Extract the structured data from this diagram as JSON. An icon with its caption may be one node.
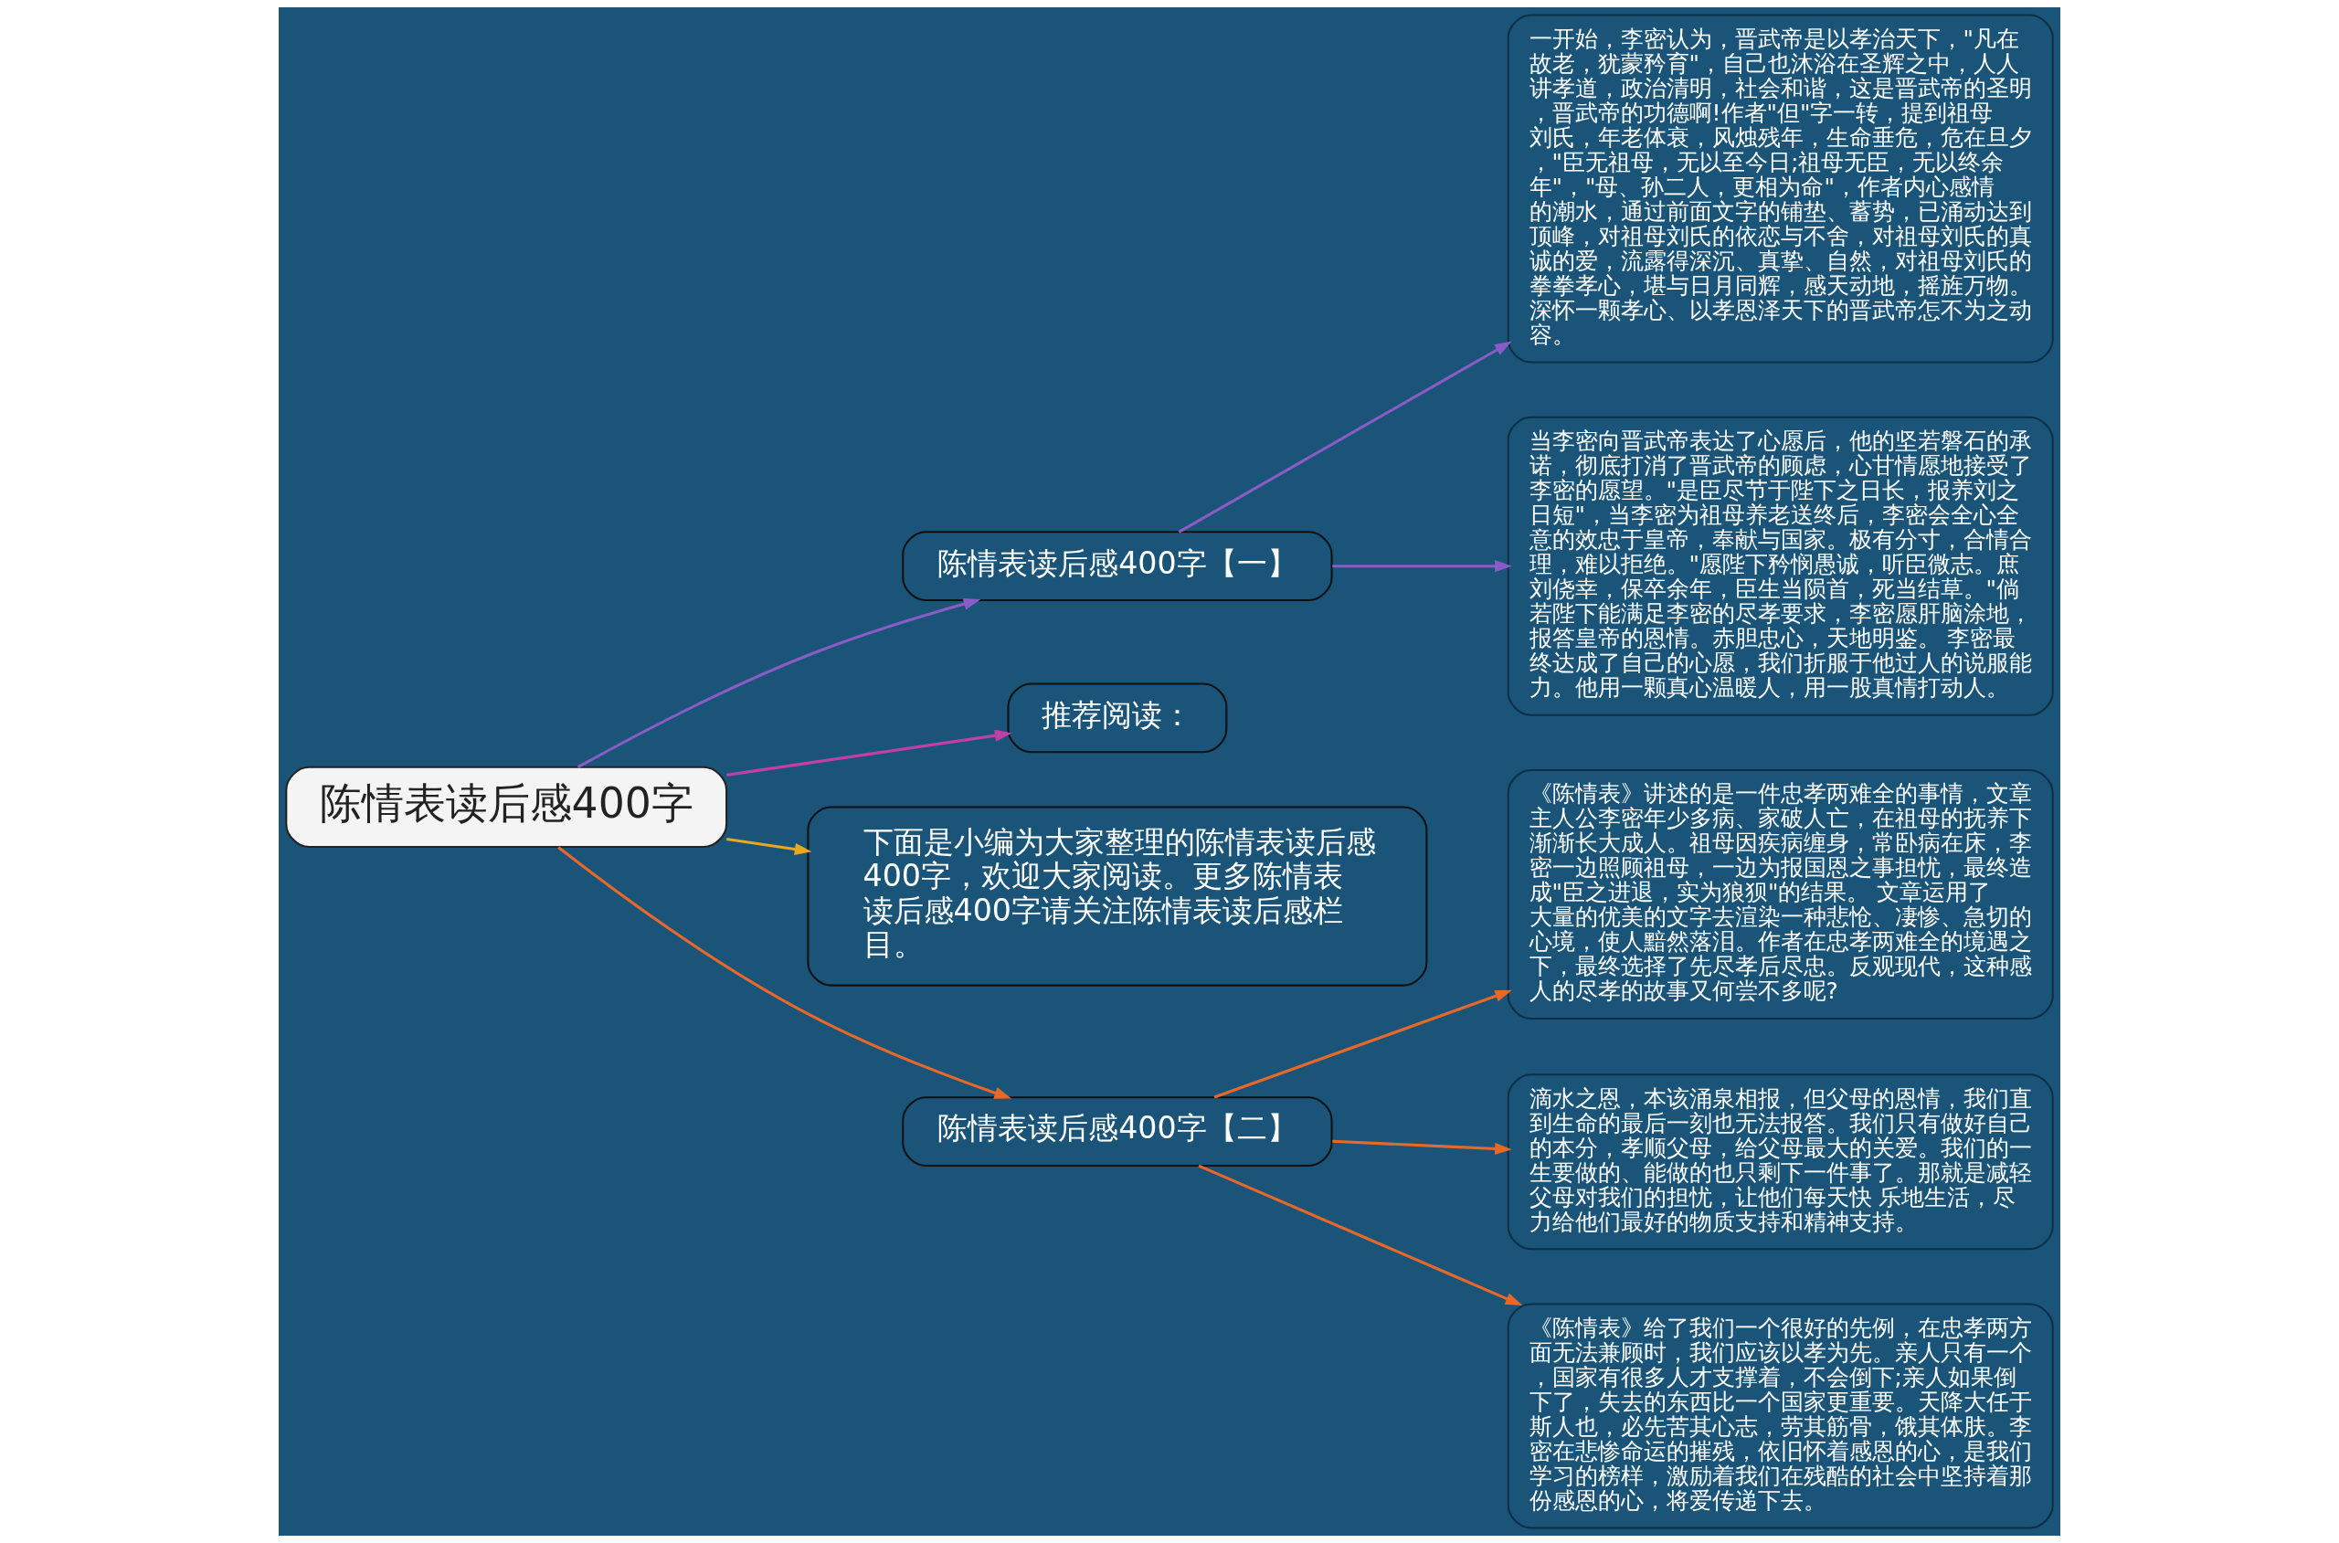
{
  "diagram": {
    "nodes": [
      {
        "text": [
          "陈情表读后感400字"
        ]
      },
      {
        "text": [
          "陈情表读后感400字【一】"
        ]
      },
      {
        "text": [
          "一开始，李密认为，晋武帝是以孝治天下，\"凡在故老，犹蒙矜育\"，自己也沐浴在圣辉之中，人人讲孝道，政治清明，社会和谐，这是晋武帝的圣明，晋武帝的功德啊!作者\"但\"字一转，提到祖母刘氏，年老体衰，风烛残年，生命垂危，危在旦夕，\"臣无祖母，无以至今日;祖母无臣，无以终余年\"，\"母、孙二人，更相为命\"，作者内心感情的潮水，通过前面文字的铺垫、蓄势，已涌动达到顶峰，对祖母刘氏的依恋与不舍，对祖母刘氏的真诚的爱，流露得深沉、真挚、自然，对祖母刘氏的拳拳孝心，堪与日月同辉，感天动地，摇旌万物。深怀一颗孝心、以孝恩泽天下的晋武帝怎不为之动容。"
        ]
      },
      {
        "text": [
          "当李密向晋武帝表达了心愿后，他的坚若磐石的承诺，彻底打消了晋武帝的顾虑，心甘情愿地接受了李密的愿望。\"是臣尽节于陛下之日长，报养刘之日短\"，当李密为祖母养老送终后，李密会全心全意的效忠于皇帝，奉献与国家。极有分寸，合情合理，难以拒绝。\"愿陛下矜悯愚诚，听臣微志。庶刘侥幸，保卒余年，臣生当陨首，死当结草。\"倘若陛下能满足李密的尽孝要求，李密愿肝脑涂地，报答皇帝的恩情。赤胆忠心，天地明鉴。 李密最终达成了自己的心愿，我们折服于他过人的说服能力。他用一颗真心温暖人，用一股真情打动人。"
        ]
      },
      {
        "text": [
          "推荐阅读："
        ]
      },
      {
        "text": [
          "下面是小编为大家整理的陈情表读后感400字，欢迎大家阅读。更多陈情表读后感400字请关注陈情表读后感栏目。"
        ]
      },
      {
        "text": [
          "陈情表读后感400字【二】"
        ]
      },
      {
        "text": [
          "《陈情表》讲述的是一件忠孝两难全的事情，文章主人公李密年少多病、家破人亡，在祖母的抚养下渐渐长大成人。祖母因疾病缠身，常卧病在床，李密一边照顾祖母，一边为报国恩之事担忧，最终造成\"臣之进退，实为狼狈\"的结果。 文章运用了大量的优美的文字去渲染一种悲怆、凄惨、急切的心境，使人黯然落泪。作者在忠孝两难全的境遇之下，最终选择了先尽孝后尽忠。反观现代，这种感人的尽孝的故事又何尝不多呢?"
        ]
      },
      {
        "text": [
          "滴水之恩，本该涌泉相报，但父母的恩情，我们直到生命的最后一刻也无法报答。我们只有做好自己的本分，孝顺父母，给父母最大的关爱。我们的一生要做的、能做的也只剩下一件事了。那就是减轻父母对我们的担忧，让他们每天快 乐地生活，尽力给他们最好的物质支持和精神支持。"
        ]
      },
      {
        "text": [
          "《陈情表》给了我们一个很好的先例，在忠孝两方面无法兼顾时，我们应该以孝为先。亲人只有一个，国家有很多人才支撑着，不会倒下;亲人如果倒下了，失去的东西比一个国家更重要。天降大任于斯人也，必先苦其心志，劳其筋骨，饿其体肤。李密在悲惨命运的摧残，依旧怀着感恩的心，是我们学习的榜样，激励着我们在残酷的社会中坚持着那份感恩的心，将爱传递下去。"
        ]
      }
    ],
    "edges": [
      {
        "from": 0,
        "to": 1,
        "arrow": "to",
        "color": "#8a5cc6"
      },
      {
        "from": 1,
        "to": 2,
        "arrow": "to",
        "color": "#8a5cc6"
      },
      {
        "from": 1,
        "to": 3,
        "arrow": "to",
        "color": "#8a5cc6"
      },
      {
        "from": 0,
        "to": 4,
        "arrow": "to",
        "color": "#c23fa8"
      },
      {
        "from": 0,
        "to": 5,
        "arrow": "to",
        "color": "#e8a820"
      },
      {
        "from": 0,
        "to": 6,
        "arrow": "to",
        "color": "#e8682a"
      },
      {
        "from": 6,
        "to": 7,
        "arrow": "to",
        "color": "#e8682a"
      },
      {
        "from": 6,
        "to": 8,
        "arrow": "to",
        "color": "#e8682a"
      },
      {
        "from": 6,
        "to": 9,
        "arrow": "to",
        "color": "#e8682a"
      }
    ]
  }
}
